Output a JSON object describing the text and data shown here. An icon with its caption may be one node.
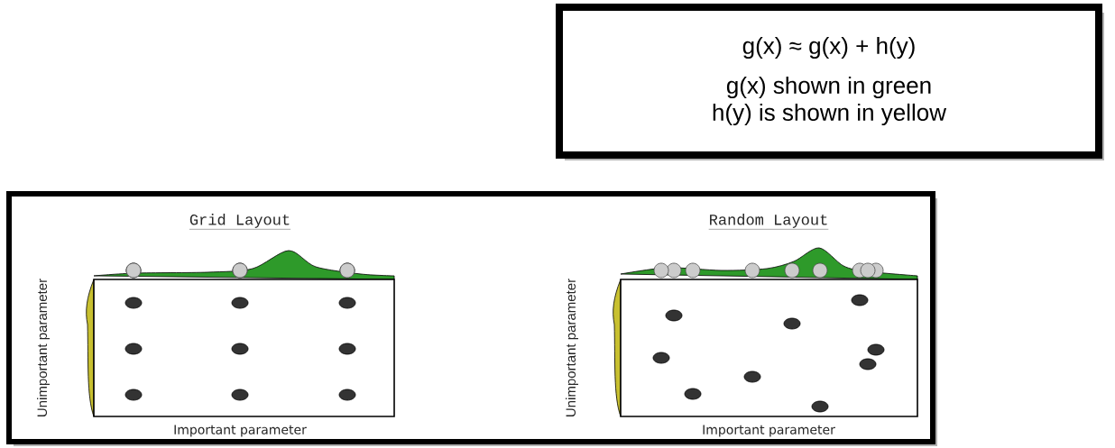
{
  "diagram": {
    "nodes": [
      {
        "text": [
          "g(x) ≈ g(x) + h(y)",
          "g(x) shown in green",
          "h(y) is shown in yellow"
        ]
      },
      {
        "text": [],
        "shape": "box"
      }
    ],
    "edges": [],
    "labels": [
      "Grid Layout",
      "Random Layout",
      "Unimportant parameter",
      "Important parameter",
      "Unimportant parameter",
      "Important parameter"
    ]
  }
}
